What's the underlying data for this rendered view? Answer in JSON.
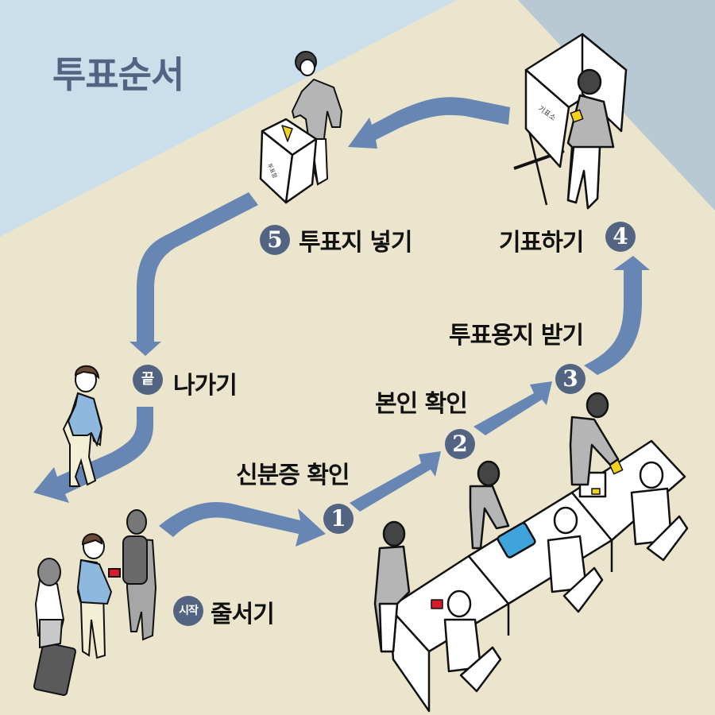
{
  "title": "투표순서",
  "colors": {
    "background_beige": "#ebe5cd",
    "background_blue": "#cadeec",
    "background_gray": "#b8c9d3",
    "arrow": "#6786b4",
    "badge": "#536482",
    "title": "#536482"
  },
  "steps": [
    {
      "badge": "시작",
      "label": "줄서기"
    },
    {
      "badge": "1",
      "label": "신분증 확인"
    },
    {
      "badge": "2",
      "label": "본인 확인"
    },
    {
      "badge": "3",
      "label": "투표용지 받기"
    },
    {
      "badge": "4",
      "label": "기표하기"
    },
    {
      "badge": "5",
      "label": "투표지 넣기"
    },
    {
      "badge": "끝",
      "label": "나가기"
    }
  ],
  "props": {
    "ballot_box_label": "투표함",
    "voting_booth_label": "기표소"
  }
}
